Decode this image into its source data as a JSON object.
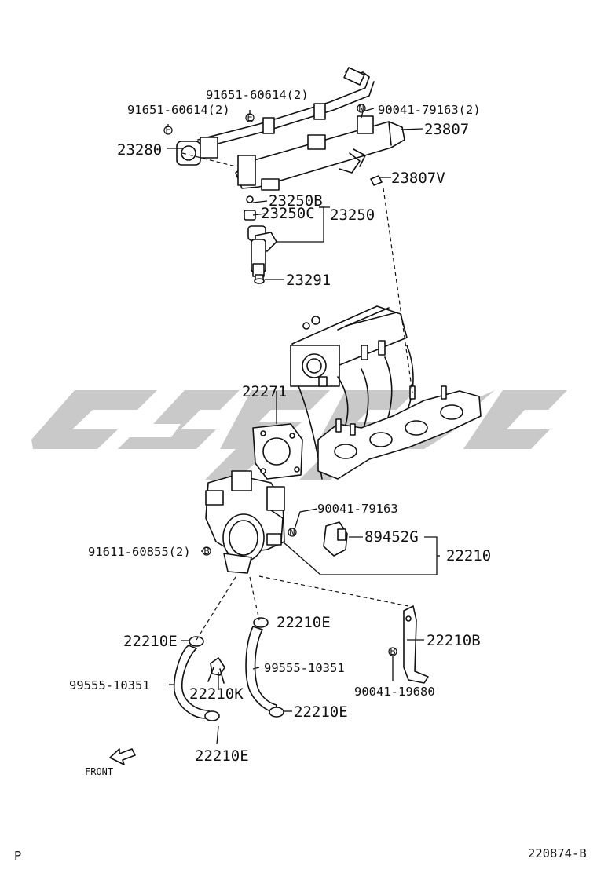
{
  "watermark": {
    "color": "#c8c8c8",
    "description_icon": "watermark-logo-icon"
  },
  "parts": {
    "p_91651_a": "91651-60614(2)",
    "p_91651_b": "91651-60614(2)",
    "p_90041_79163_2": "90041-79163(2)",
    "p_23807": "23807",
    "p_23280": "23280",
    "p_23807V": "23807V",
    "p_23250B": "23250B",
    "p_23250C": "23250C",
    "p_23250": "23250",
    "p_23291": "23291",
    "p_22271": "22271",
    "p_90041_79163": "90041-79163",
    "p_89452G": "89452G",
    "p_22210": "22210",
    "p_91611": "91611-60855(2)",
    "p_22210E_1": "22210E",
    "p_22210E_2": "22210E",
    "p_22210B": "22210B",
    "p_99555_a": "99555-10351",
    "p_99555_b": "99555-10351",
    "p_90041_19680": "90041-19680",
    "p_22210K": "22210K",
    "p_22210E_3": "22210E",
    "p_22210E_4": "22210E"
  },
  "markers": {
    "E": "E",
    "N": "N",
    "B": "B"
  },
  "front_label": "FRONT",
  "footer": {
    "left": "P",
    "right": "220874-B"
  }
}
